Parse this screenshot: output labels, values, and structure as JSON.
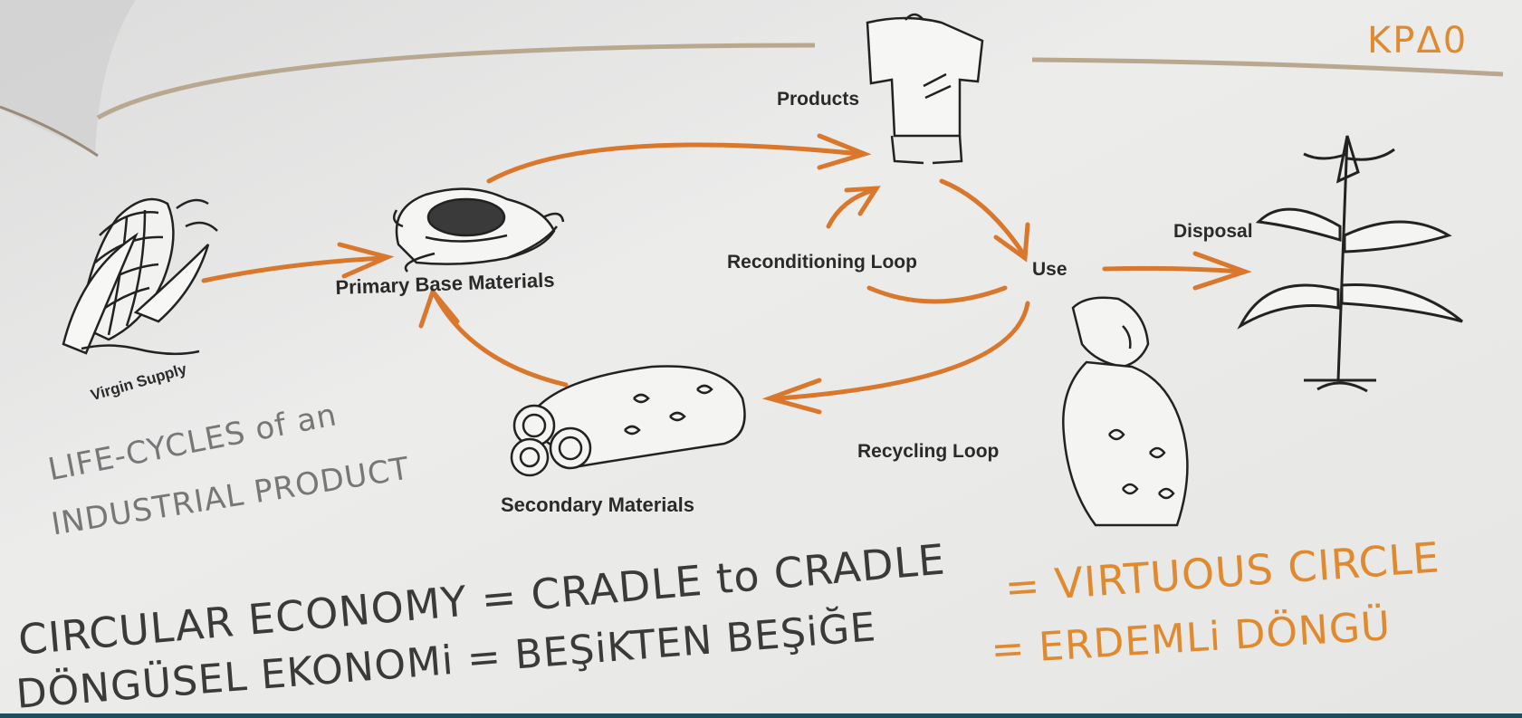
{
  "page_code": "KPΔ0",
  "labels": {
    "products": "Products",
    "disposal": "Disposal",
    "reconditioning_loop": "Reconditioning Loop",
    "use": "Use",
    "primary_base_materials": "Primary Base Materials",
    "virgin_supply": "Virgin Supply",
    "recycling_loop": "Recycling Loop",
    "secondary_materials": "Secondary Materials"
  },
  "handwritten": {
    "lifecycles_line1": "LIFE-CYCLES of an",
    "lifecycles_line2": "INDUSTRIAL PRODUCT",
    "equation_line1_left": "CIRCULAR ECONOMY = CRADLE to CRADLE",
    "equation_line1_right": "= VIRTUOUS CIRCLE",
    "equation_line2_left": "DÖNGÜSEL EKONOMi = BEŞiKTEN BEŞiĞE",
    "equation_line2_right": "= ERDEMLi DÖNGÜ"
  },
  "colors": {
    "arrow": "#d9782c",
    "handwriting_orange": "#e08a30",
    "ink": "#2a2a2a",
    "paper": "#ebebea",
    "background": "#1e4d5e"
  },
  "icons": [
    "corn-cob-icon",
    "hands-with-seeds-icon",
    "tshirt-icon",
    "plant-icon",
    "fabric-rolls-icon",
    "woman-figure-icon"
  ]
}
